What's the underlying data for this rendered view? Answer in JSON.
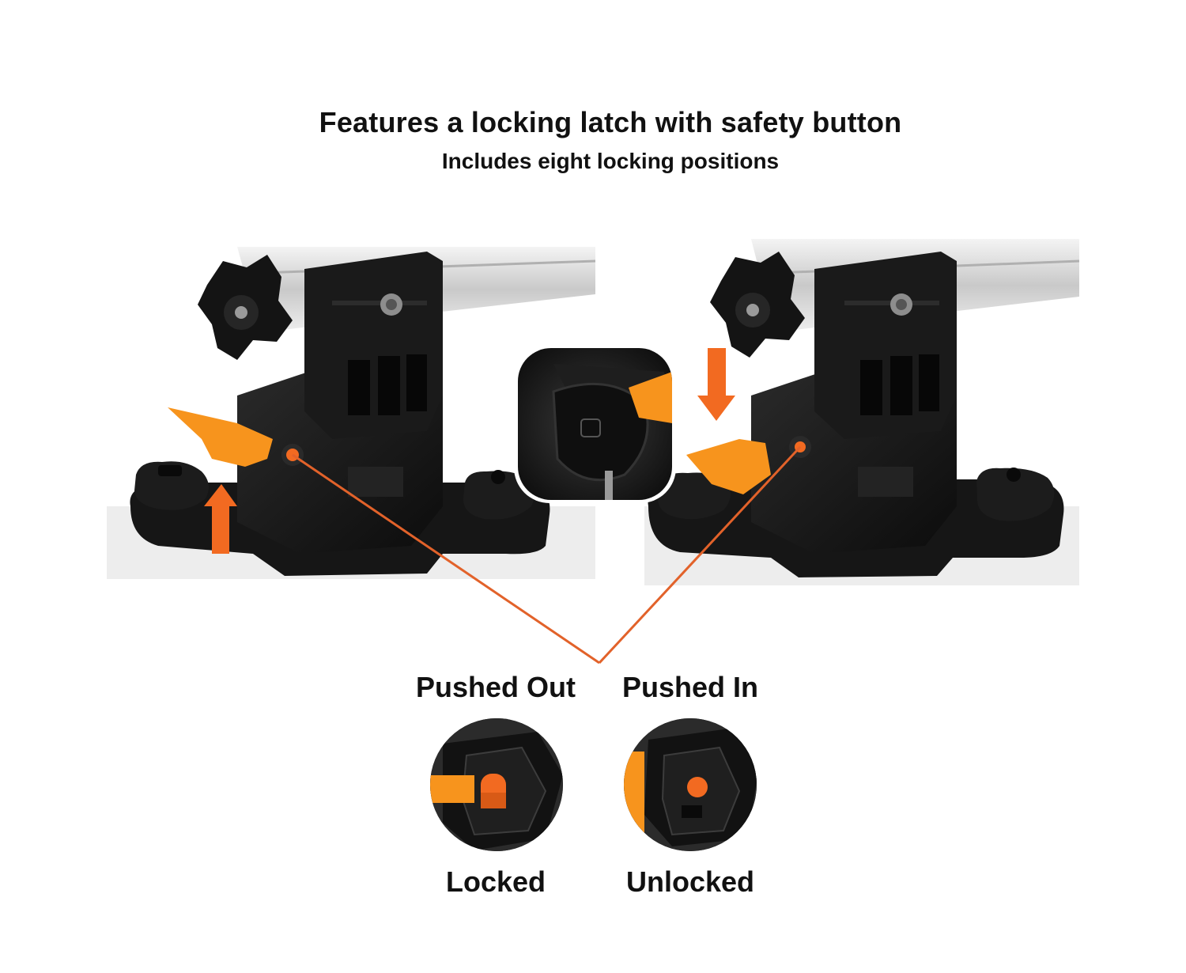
{
  "heading": {
    "title": "Features a locking latch with safety button",
    "subtitle": "Includes eight locking positions"
  },
  "states": {
    "left_top": "Pushed Out",
    "right_top": "Pushed In",
    "left_bottom": "Locked",
    "right_bottom": "Unlocked"
  },
  "colors": {
    "accent": "#f26a21",
    "latch": "#f7941d",
    "body": "#151515",
    "rail": "#d9d9d9"
  }
}
